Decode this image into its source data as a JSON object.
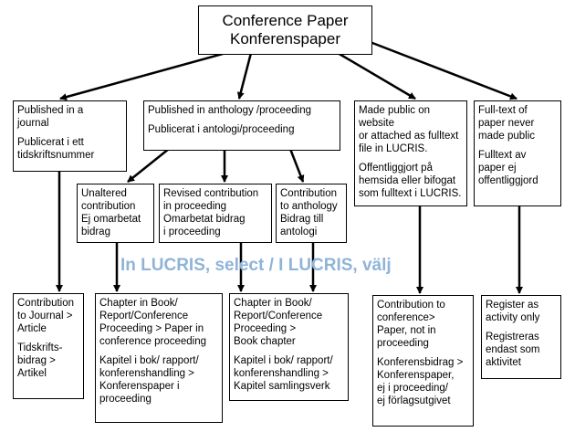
{
  "root": {
    "line1": "Conference Paper",
    "line2": "Konferenspaper"
  },
  "level1": {
    "journal": {
      "en": "Published in a\njournal",
      "sv": "Publicerat i ett\ntidskriftsnummer"
    },
    "anthology": {
      "en": "Published in anthology /proceeding",
      "sv": "Publicerat i  antologi/proceeding"
    },
    "website": {
      "en": "Made public on website\nor attached as fulltext\nfile in LUCRIS.",
      "sv": "Offentliggjort på\nhemsida eller bifogat\nsom fulltext i LUCRIS."
    },
    "never": {
      "en": "Full-text of\npaper never\nmade public",
      "sv": "Fulltext av\npaper ej\noffentliggjord"
    }
  },
  "level2": {
    "unaltered": "Unaltered\ncontribution\nEj omarbetat\nbidrag",
    "revised": "Revised contribution\nin proceeding\nOmarbetat bidrag\ni proceeding",
    "contribution_anthology": "Contribution\nto anthology\nBidrag till\nantologi"
  },
  "banner": "In LUCRIS, select / I LUCRIS, välj",
  "results": {
    "article": {
      "en": "Contribution\nto Journal >\nArticle",
      "sv": "Tidskrifts-\nbidrag >\nArtikel"
    },
    "chapter_conf": {
      "en": "Chapter in Book/\nReport/Conference\nProceeding > Paper in\nconference proceeding",
      "sv": "Kapitel i bok/ rapport/\nkonferenshandling >\nKonferenspaper i\nproceeding"
    },
    "chapter_book": {
      "en": "Chapter in Book/\nReport/Conference\nProceeding >\nBook chapter",
      "sv": "Kapitel i bok/ rapport/\nkonferenshandling >\nKapitel samlingsverk"
    },
    "conference": {
      "en": "Contribution to\nconference>\nPaper, not in\nproceeding",
      "sv": "Konferensbidrag >\nKonferenspaper,\nej i proceeding/\nej förlagsutgivet"
    },
    "activity": {
      "en": "Register as\nactivity only",
      "sv": "Registreras\nendast som\naktivitet"
    }
  },
  "colors": {
    "banner": "#8fb4d8",
    "border": "#000000",
    "background": "#ffffff"
  }
}
